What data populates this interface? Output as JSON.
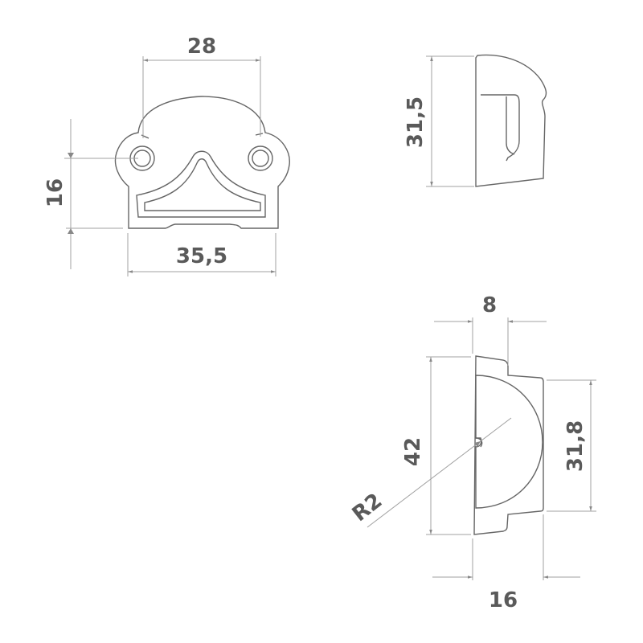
{
  "front_view": {
    "width_holes": "28",
    "overall_width": "35,5",
    "height": "16"
  },
  "side_view": {
    "height": "31,5"
  },
  "rear_view": {
    "depth_top": "8",
    "total_depth": "16",
    "overall_height": "42",
    "inner_height": "31,8",
    "radius": "R2"
  },
  "colors": {
    "text": "#5a5a5a",
    "outline": "#666666",
    "dimension_line": "#a0a0a0"
  }
}
